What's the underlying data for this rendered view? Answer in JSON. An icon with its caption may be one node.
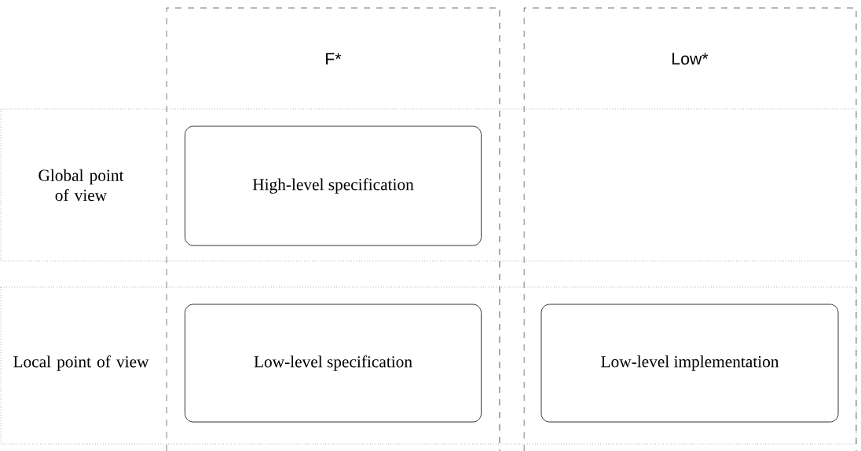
{
  "diagram": {
    "nodes": [
      {
        "text": [
          "F*"
        ]
      },
      {
        "text": [
          "Low*"
        ]
      },
      {
        "text": [
          "Global point of view"
        ]
      },
      {
        "text": [
          "Local point of view"
        ]
      },
      {
        "text": [
          "High-level specification"
        ]
      },
      {
        "text": [
          "Low-level specification"
        ]
      },
      {
        "text": [
          "Low-level implementation"
        ]
      }
    ]
  }
}
